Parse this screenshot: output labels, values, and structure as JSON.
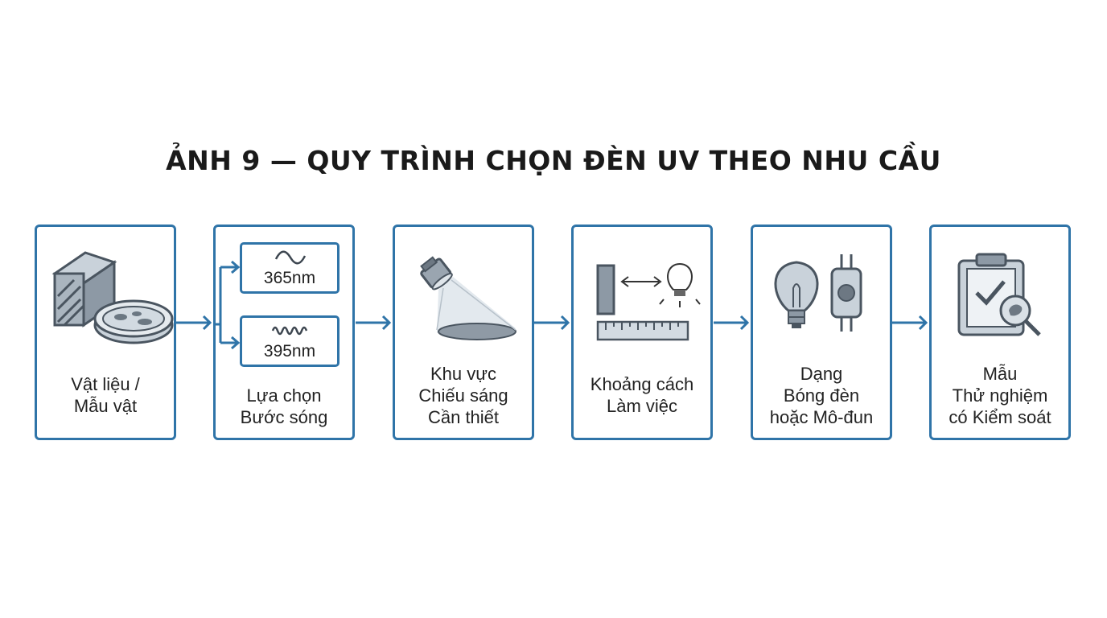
{
  "title": "ẢNH 9 — QUY TRÌNH CHỌN ĐÈN UV THEO NHU CẦU",
  "colors": {
    "accent": "#2f74a8",
    "icon_stroke": "#4a5560",
    "icon_fill": "#b9c3cc"
  },
  "steps": [
    {
      "lines": [
        "Vật liệu /",
        "Mẫu vật"
      ],
      "icon": "material-sample-icon"
    },
    {
      "lines": [
        "Lựa chọn",
        "Bước sóng"
      ],
      "icon": "wavelength-branch-icon",
      "options": [
        {
          "label": "365nm",
          "icon": "sine-wave-icon"
        },
        {
          "label": "395nm",
          "icon": "dense-wave-icon"
        }
      ]
    },
    {
      "lines": [
        "Khu vực",
        "Chiếu sáng",
        "Cần thiết"
      ],
      "icon": "spotlight-area-icon"
    },
    {
      "lines": [
        "Khoảng cách",
        "Làm việc"
      ],
      "icon": "distance-ruler-icon"
    },
    {
      "lines": [
        "Dạng",
        "Bóng đèn",
        "hoặc Mô-đun"
      ],
      "icon": "bulb-module-icon"
    },
    {
      "lines": [
        "Mẫu",
        "Thử nghiệm",
        "có Kiểm soát"
      ],
      "icon": "clipboard-check-icon"
    }
  ]
}
